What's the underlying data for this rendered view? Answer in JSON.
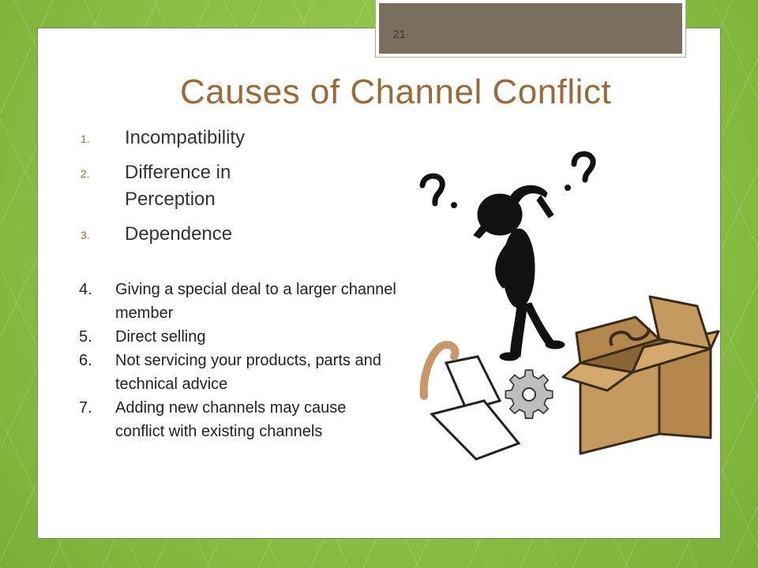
{
  "slide": {
    "page_number": "21",
    "title": "Causes of Channel Conflict",
    "primary_list": [
      {
        "num": "1.",
        "text": "Incompatibility"
      },
      {
        "num": "2.",
        "text": "Difference in Perception"
      },
      {
        "num": "3.",
        "text": "Dependence"
      }
    ],
    "secondary_list": [
      {
        "num": "4.",
        "text": "Giving a special deal to a larger channel member"
      },
      {
        "num": "5.",
        "text": "Direct selling"
      },
      {
        "num": "6.",
        "text": "Not servicing your products, parts and technical advice"
      },
      {
        "num": "7.",
        "text": "Adding new channels may cause conflict with existing channels"
      }
    ]
  },
  "colors": {
    "background": "#8fc24a",
    "title": "#9a6a38",
    "tab": "#7a6e5e",
    "box": "#c49a5e"
  },
  "icons": [
    "confused-figure-icon",
    "question-mark-icon",
    "cardboard-box-icon",
    "gear-icon",
    "paper-icon",
    "cane-icon"
  ]
}
